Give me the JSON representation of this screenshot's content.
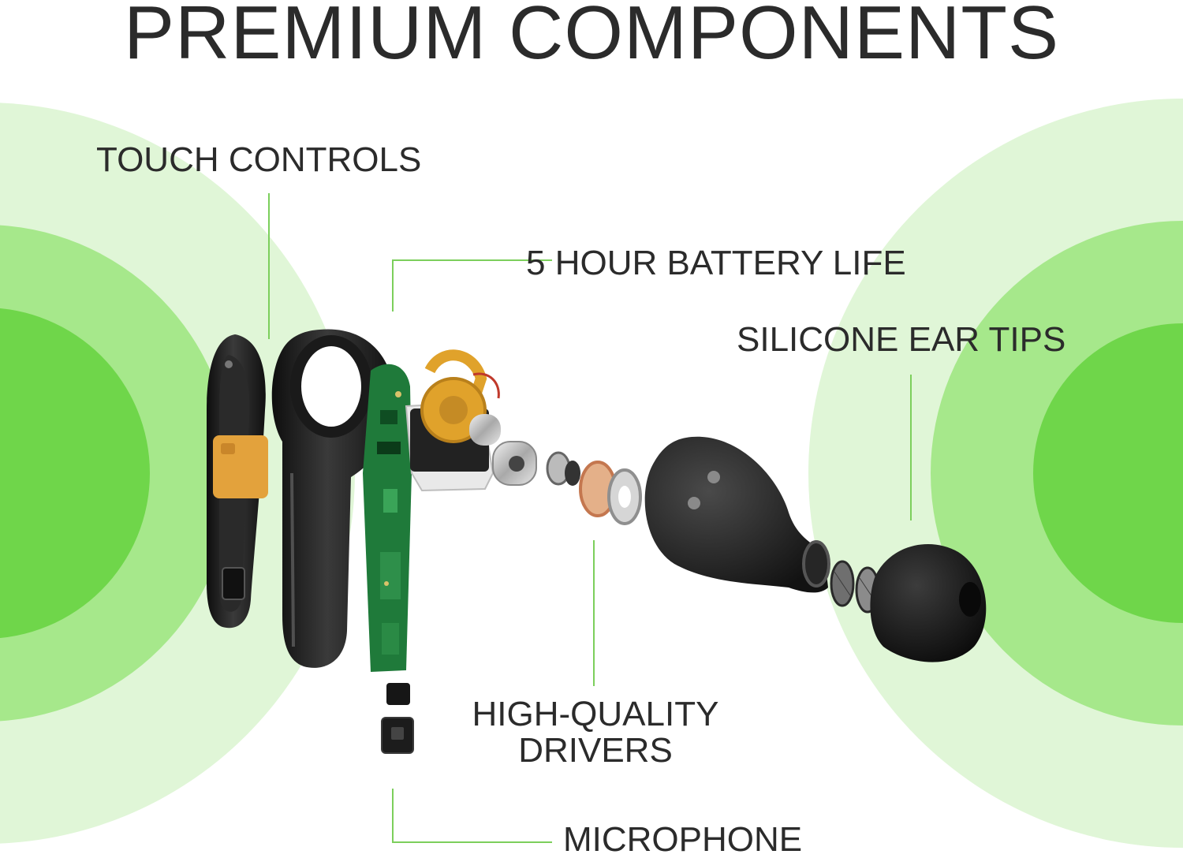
{
  "title": "PREMIUM COMPONENTS",
  "labels": {
    "touch_controls": "TOUCH CONTROLS",
    "battery": "5 HOUR BATTERY LIFE",
    "ear_tips": "SILICONE EAR TIPS",
    "drivers_line1": "HIGH-QUALITY",
    "drivers_line2": "DRIVERS",
    "microphone": "MICROPHONE"
  },
  "colors": {
    "ring_outer": "#e0f6d7",
    "ring_mid": "#a6e88b",
    "ring_inner": "#6fd64a",
    "leader_line": "#7ccf5c",
    "text": "#2b2b2b",
    "earbud_black": "#1c1c1c",
    "pcb_green": "#1f7a3a",
    "flex_gold": "#e0a22b"
  }
}
